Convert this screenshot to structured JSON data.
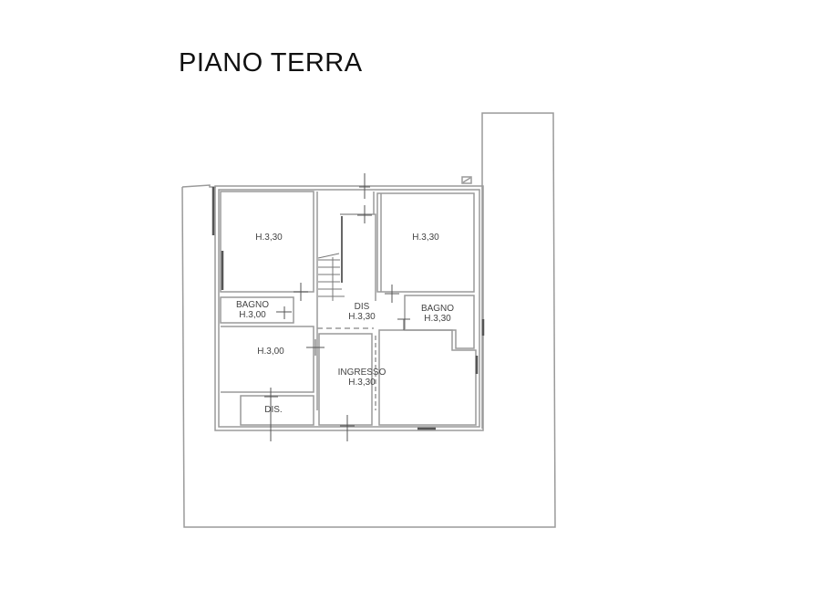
{
  "title": "PIANO TERRA",
  "rooms": [
    {
      "id": "room-nw",
      "label": "",
      "height": "H.3,30"
    },
    {
      "id": "room-ne",
      "label": "",
      "height": "H.3,30"
    },
    {
      "id": "bagno-west",
      "label": "BAGNO",
      "height": "H.3,00"
    },
    {
      "id": "disimpegno-center",
      "label": "DIS",
      "height": "H.3,30"
    },
    {
      "id": "bagno-east",
      "label": "BAGNO",
      "height": "H.3,30"
    },
    {
      "id": "room-sw",
      "label": "",
      "height": "H.3,00"
    },
    {
      "id": "ingresso",
      "label": "INGRESSO",
      "height": "H.3,30"
    },
    {
      "id": "disimpegno-south",
      "label": "DIS.",
      "height": ""
    }
  ],
  "colors": {
    "wall": "#9a9a9a",
    "wall_dark": "#333333",
    "text": "#444444"
  }
}
